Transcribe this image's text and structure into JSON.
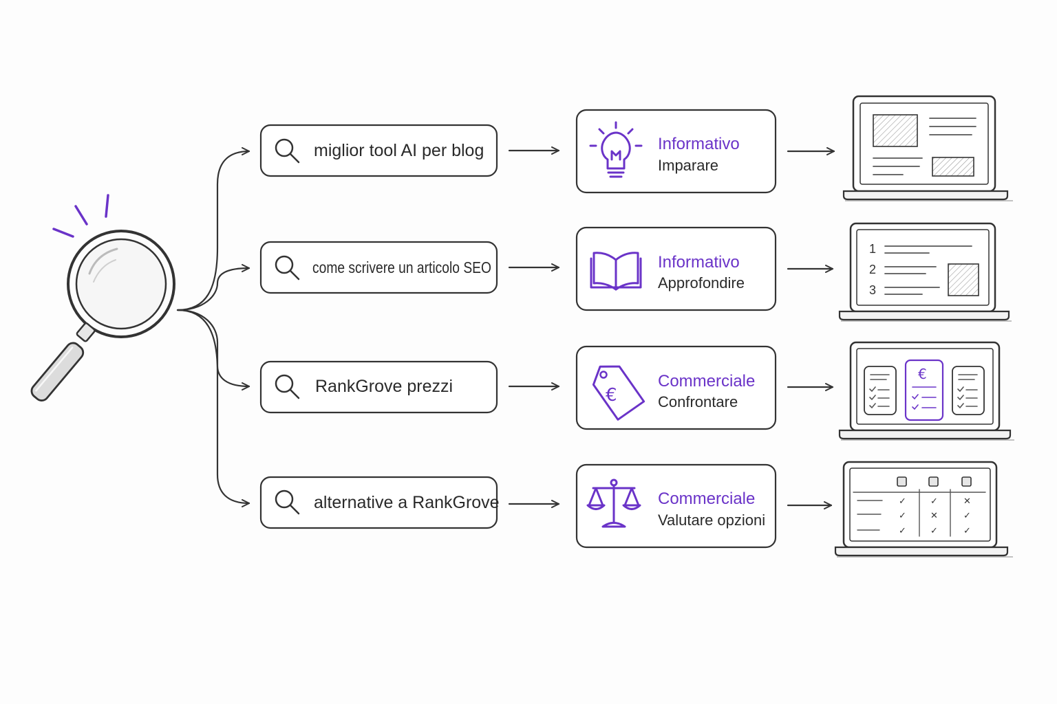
{
  "colors": {
    "ink": "#333333",
    "accent": "#6a33c8",
    "background": "#fdfdfd"
  },
  "main_icon": "magnifying-glass-icon",
  "rows": [
    {
      "query": "miglior tool AI per blog",
      "query_icon": "search-icon",
      "intent_icon": "lightbulb-icon",
      "intent_type": "Informativo",
      "intent_goal": "Imparare",
      "result_icon": "laptop-article-icon"
    },
    {
      "query": "come scrivere un articolo SEO",
      "query_icon": "search-icon",
      "intent_icon": "open-book-icon",
      "intent_type": "Informativo",
      "intent_goal": "Approfondire",
      "result_icon": "laptop-numbered-list-icon",
      "list_numbers": [
        "1",
        "2",
        "3"
      ]
    },
    {
      "query": "RankGrove prezzi",
      "query_icon": "search-icon",
      "intent_icon": "euro-price-tag-icon",
      "intent_type": "Commerciale",
      "intent_goal": "Confrontare",
      "result_icon": "laptop-pricing-cards-icon",
      "currency_symbol": "€"
    },
    {
      "query": "alternative a RankGrove",
      "query_icon": "search-icon",
      "intent_icon": "balance-scale-icon",
      "intent_type": "Commerciale",
      "intent_goal": "Valutare opzioni",
      "result_icon": "laptop-comparison-table-icon",
      "table_marks": [
        [
          "✓",
          "✓",
          "✕"
        ],
        [
          "✓",
          "✕",
          "✓"
        ],
        [
          "✓",
          "✓",
          "✓"
        ]
      ]
    }
  ]
}
